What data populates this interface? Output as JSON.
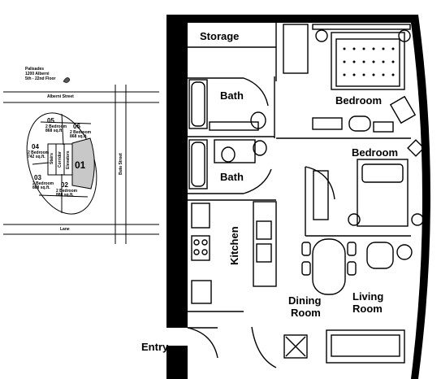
{
  "key_plan": {
    "building": "Palisades",
    "address": "1200 Alberni",
    "floors": "5th - 22nd Floor",
    "street_north": "Alberni Street",
    "street_east": "Bute Street",
    "street_south": "Lane",
    "core_labels": [
      "Stairs",
      "Corridor",
      "Elevators"
    ],
    "units": [
      {
        "num": "05",
        "line1": "2 Bedroom",
        "line2": "868 sq.ft."
      },
      {
        "num": "06",
        "line1": "2 Bedroom",
        "line2": "868 sq.ft."
      },
      {
        "num": "04",
        "line1": "2 Bedroom",
        "line2": "742 sq.ft."
      },
      {
        "num": "01",
        "line1": "",
        "line2": ""
      },
      {
        "num": "03",
        "line1": "2 Bedroom",
        "line2": "888 sq.ft."
      },
      {
        "num": "02",
        "line1": "2 Bedroom",
        "line2": "888 sq.ft."
      }
    ],
    "highlight_color": "#c8c8c8"
  },
  "rooms": {
    "storage": "Storage",
    "bath_upper": "Bath",
    "bath_lower": "Bath",
    "bedroom_upper": "Bedroom",
    "bedroom_lower": "Bedroom",
    "kitchen": "Kitchen",
    "dining_line1": "Dining",
    "dining_line2": "Room",
    "living_line1": "Living",
    "living_line2": "Room",
    "entry": "Entry"
  }
}
